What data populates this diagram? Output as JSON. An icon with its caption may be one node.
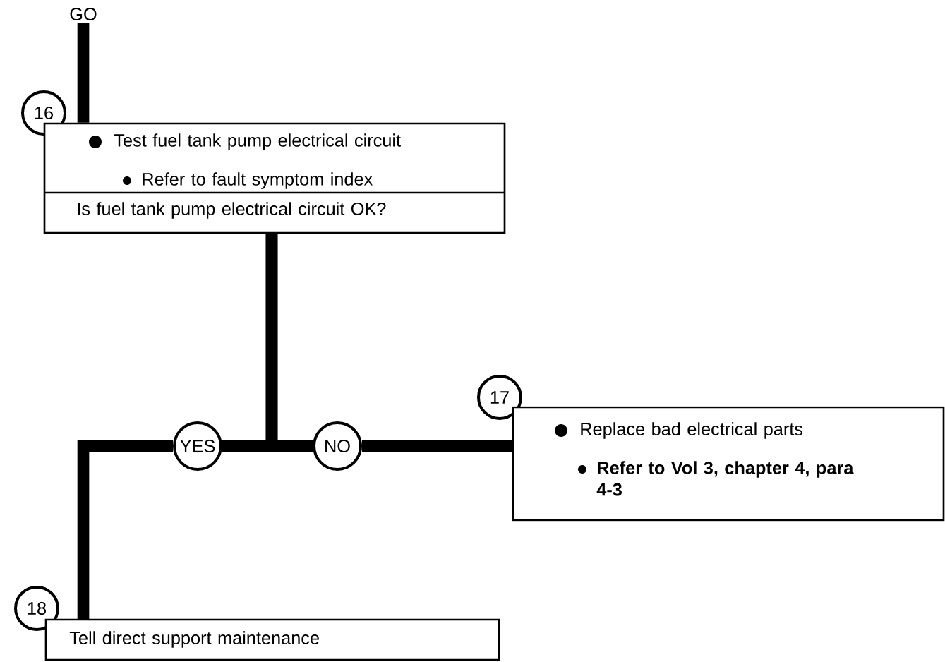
{
  "diagram": {
    "nodes": [
      {
        "text": [
          "GO"
        ]
      },
      {
        "text": [
          "16"
        ]
      },
      {
        "text": [
          "Test fuel tank pump electrical circuit",
          "Refer to fault symptom index",
          "Is fuel tank pump electrical circuit OK?"
        ]
      },
      {
        "text": [
          "YES"
        ]
      },
      {
        "text": [
          "NO"
        ]
      },
      {
        "text": [
          "17"
        ]
      },
      {
        "text": [
          "Replace bad electrical parts",
          "Refer to Vol 3, chapter 4, para 4-3"
        ]
      },
      {
        "text": [
          "18"
        ]
      },
      {
        "text": [
          "Tell direct support maintenance"
        ]
      }
    ],
    "edges": [
      {
        "from": 0,
        "to": 2,
        "arrow": "none"
      },
      {
        "from": 2,
        "to": 3,
        "arrow": "none"
      },
      {
        "from": 2,
        "to": 4,
        "arrow": "none"
      },
      {
        "from": 3,
        "to": 8,
        "arrow": "none"
      },
      {
        "from": 4,
        "to": 6,
        "arrow": "none"
      }
    ]
  }
}
